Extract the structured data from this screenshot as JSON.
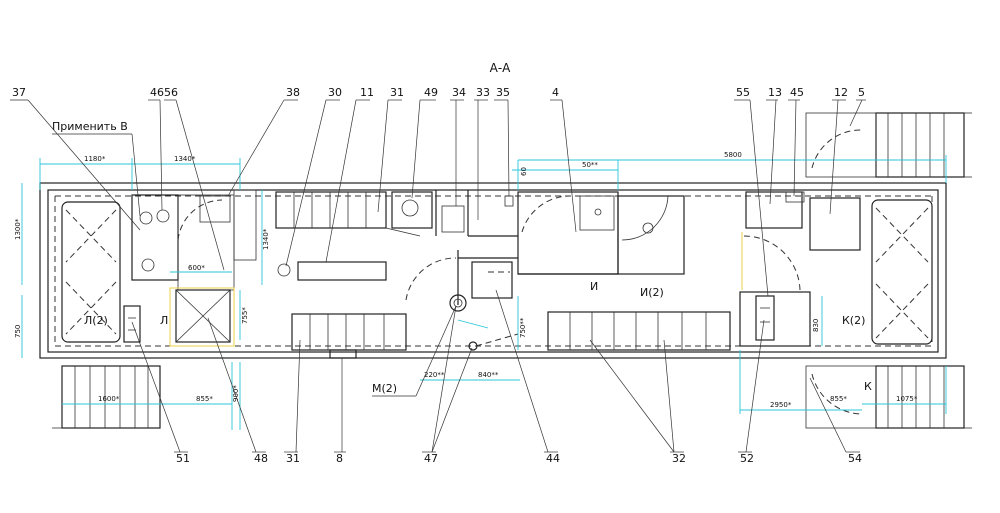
{
  "section_title": "А-А",
  "callouts_top": [
    "37",
    "46",
    "56",
    "38",
    "30",
    "11",
    "31",
    "49",
    "34",
    "33",
    "35",
    "4",
    "55",
    "13",
    "45",
    "12",
    "5"
  ],
  "callouts_bottom": [
    "51",
    "48",
    "31",
    "8",
    "47",
    "44",
    "32",
    "52",
    "54"
  ],
  "room_labels": {
    "apply": "Применить В",
    "l2": "Л(2)",
    "l": "Л",
    "i": "И",
    "i2": "И(2)",
    "k2": "К(2)",
    "k": "К",
    "m2": "М(2)"
  },
  "dimensions": {
    "d1180": "1180*",
    "d1340a": "1340*",
    "d1300": "1300*",
    "d1340b": "1340*",
    "d600": "600*",
    "d755": "755*",
    "d750a": "750",
    "d1600": "1600*",
    "d855a": "855*",
    "d900": "900*",
    "d220": "220**",
    "d840": "840**",
    "d750b": "750**",
    "d50": "50**",
    "d60": "60",
    "d5800": "5800",
    "d830": "830",
    "d2950": "2950*",
    "d855b": "855*",
    "d1075": "1075*"
  },
  "colors": {
    "dimension": "#27c6d8",
    "accent_door": "#e8d24a",
    "line": "#222222"
  }
}
